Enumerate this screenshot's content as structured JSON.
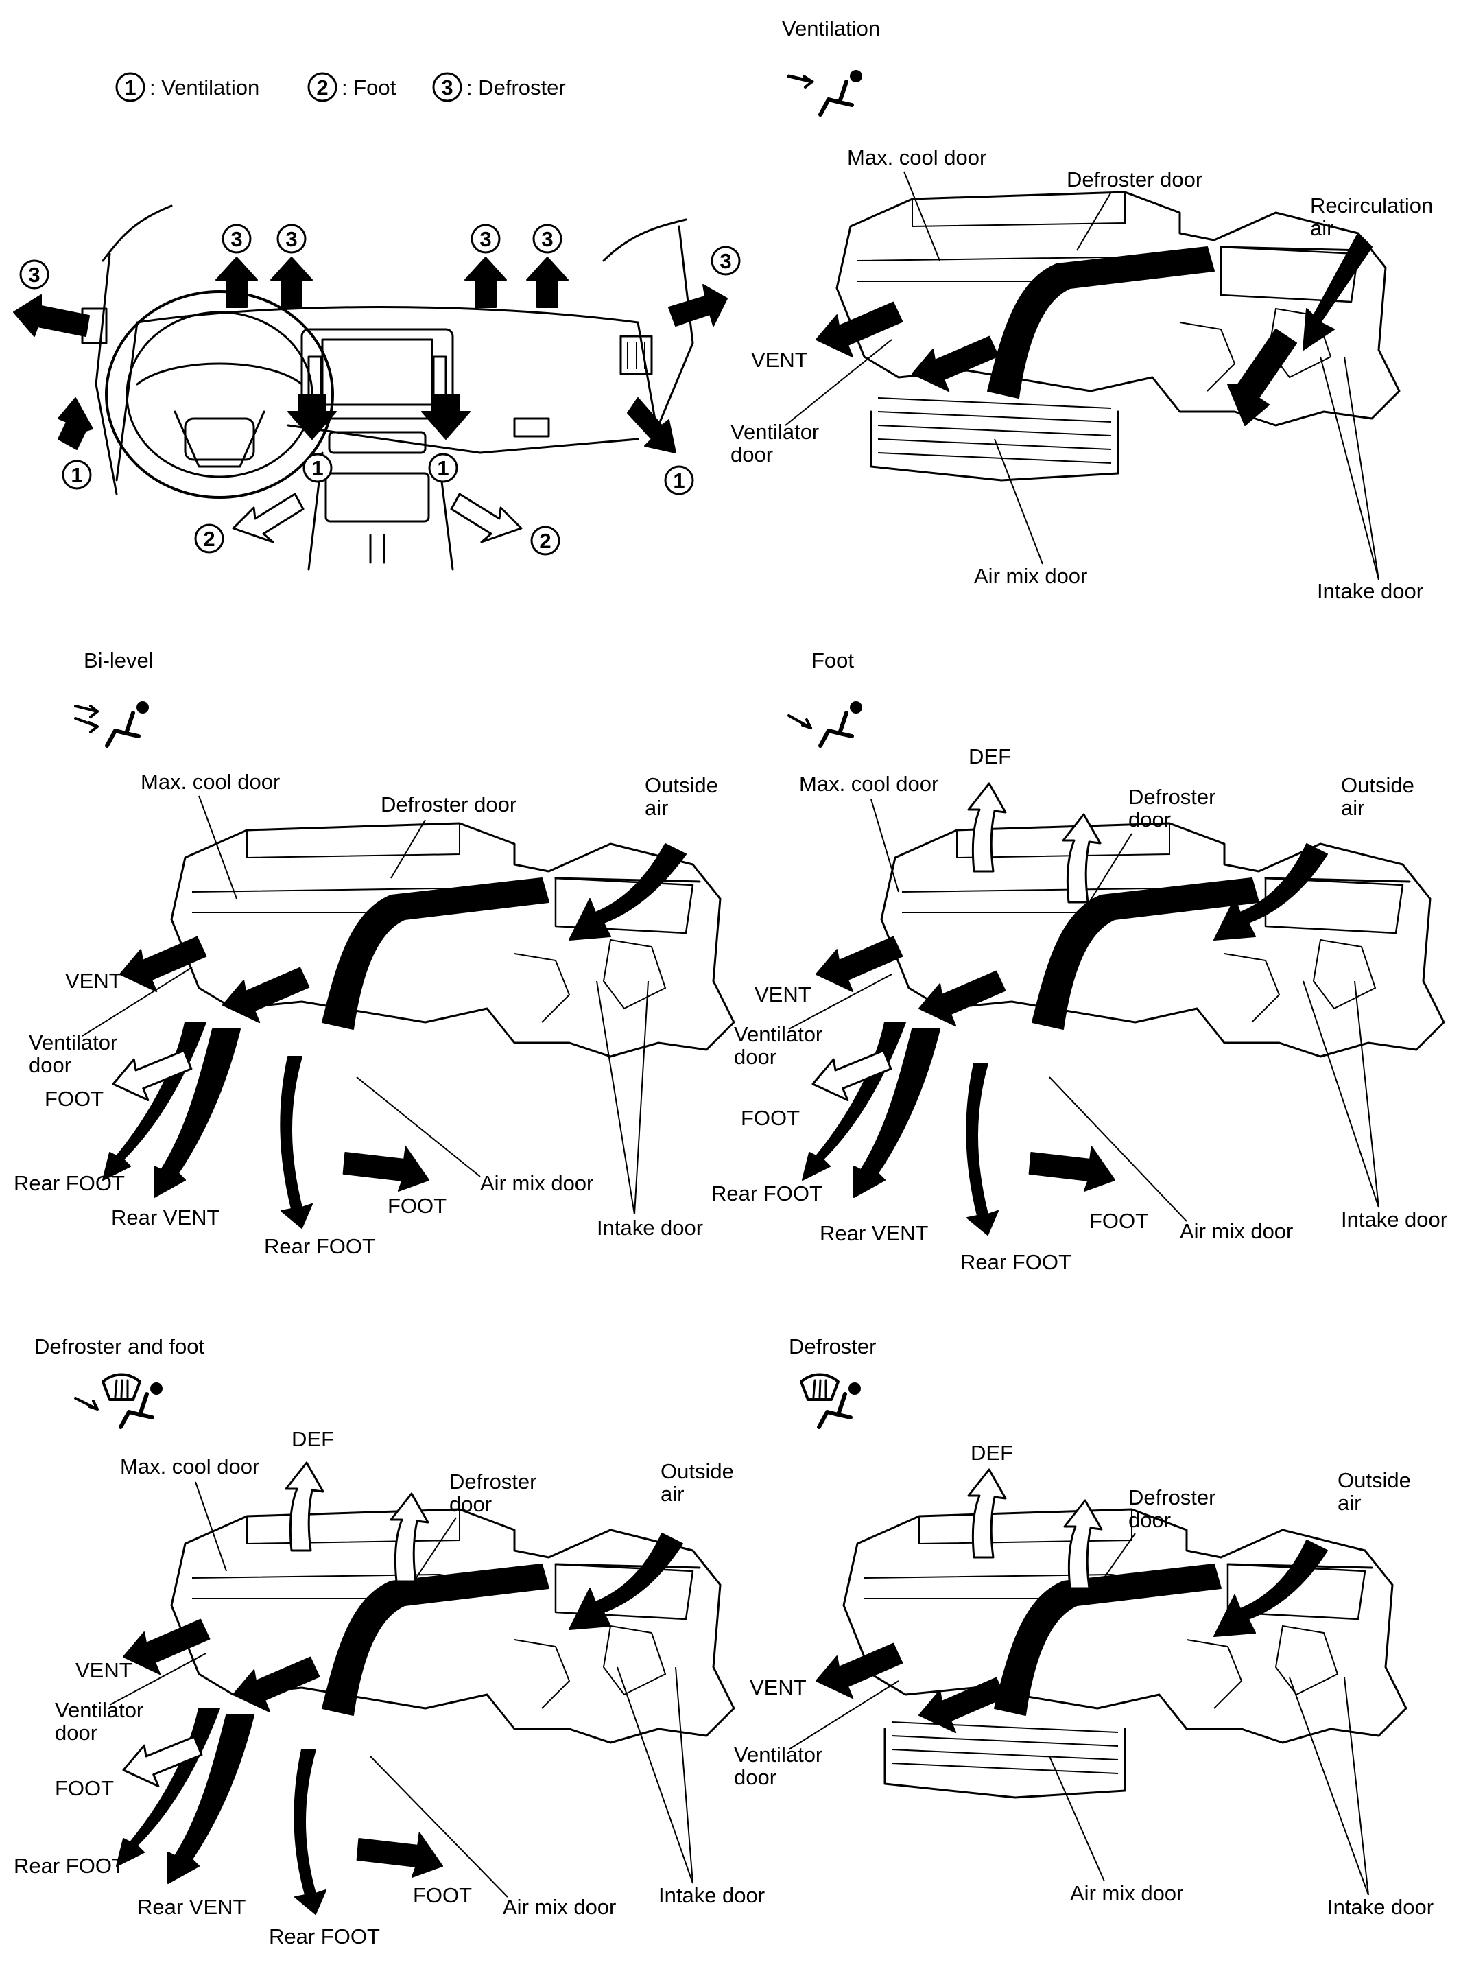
{
  "legend": {
    "num1": "1",
    "text1": ": Ventilation",
    "num2": "2",
    "text2": ": Foot",
    "num3": "3",
    "text3": ": Defroster"
  },
  "dash_markers": {
    "one": "1",
    "two": "2",
    "three": "3"
  },
  "panels": {
    "ventilation": {
      "title": "Ventilation",
      "labels": {
        "max_cool_door": "Max. cool door",
        "defroster_door": "Defroster door",
        "recirculation_l1": "Recirculation",
        "recirculation_l2": "air",
        "vent": "VENT",
        "ventilator_door_l1": "Ventilator",
        "ventilator_door_l2": "door",
        "air_mix_door": "Air mix door",
        "intake_door": "Intake door"
      }
    },
    "bilevel": {
      "title": "Bi-level",
      "labels": {
        "max_cool_door": "Max. cool door",
        "defroster_door": "Defroster door",
        "outside_air_l1": "Outside",
        "outside_air_l2": "air",
        "vent": "VENT",
        "ventilator_door_l1": "Ventilator",
        "ventilator_door_l2": "door",
        "foot": "FOOT",
        "rear_foot_left": "Rear FOOT",
        "rear_vent": "Rear VENT",
        "rear_foot_bottom": "Rear FOOT",
        "foot_right": "FOOT",
        "air_mix_door": "Air mix door",
        "intake_door": "Intake door"
      }
    },
    "foot": {
      "title": "Foot",
      "labels": {
        "def": "DEF",
        "max_cool_door": "Max. cool door",
        "defroster_door_l1": "Defroster",
        "defroster_door_l2": "door",
        "outside_air_l1": "Outside",
        "outside_air_l2": "air",
        "vent": "VENT",
        "ventilator_door_l1": "Ventilator",
        "ventilator_door_l2": "door",
        "foot": "FOOT",
        "rear_foot_left": "Rear FOOT",
        "rear_vent": "Rear VENT",
        "rear_foot_bottom": "Rear FOOT",
        "foot_right": "FOOT",
        "air_mix_door": "Air mix door",
        "intake_door": "Intake door"
      }
    },
    "defroster_foot": {
      "title": "Defroster and foot",
      "labels": {
        "def": "DEF",
        "max_cool_door": "Max. cool door",
        "defroster_door_l1": "Defroster",
        "defroster_door_l2": "door",
        "outside_air_l1": "Outside",
        "outside_air_l2": "air",
        "vent": "VENT",
        "ventilator_door_l1": "Ventilator",
        "ventilator_door_l2": "door",
        "foot": "FOOT",
        "rear_foot_left": "Rear FOOT",
        "rear_vent": "Rear VENT",
        "rear_foot_bottom": "Rear FOOT",
        "foot_right": "FOOT",
        "air_mix_door": "Air mix door",
        "intake_door": "Intake door"
      }
    },
    "defroster": {
      "title": "Defroster",
      "labels": {
        "def": "DEF",
        "defroster_door_l1": "Defroster",
        "defroster_door_l2": "door",
        "outside_air_l1": "Outside",
        "outside_air_l2": "air",
        "vent": "VENT",
        "ventilator_door_l1": "Ventilator",
        "ventilator_door_l2": "door",
        "air_mix_door": "Air mix door",
        "intake_door": "Intake door"
      }
    }
  },
  "icons": {
    "mode_vent": "vent-mode-icon",
    "mode_bilevel": "bilevel-mode-icon",
    "mode_foot": "foot-mode-icon",
    "mode_def_foot": "defroster-foot-mode-icon",
    "mode_def": "defroster-mode-icon"
  }
}
